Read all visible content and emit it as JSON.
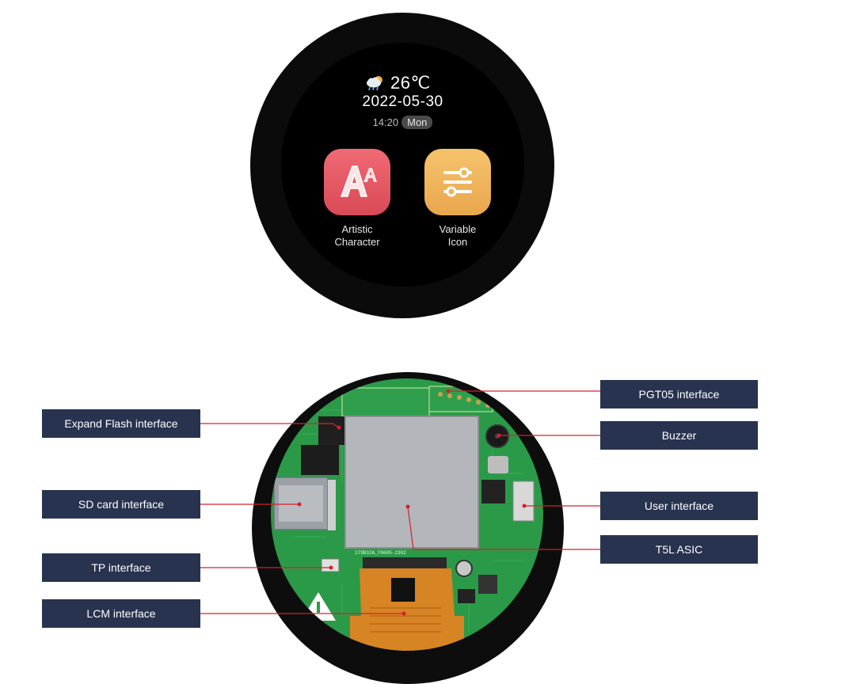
{
  "display": {
    "weather_icon": "cloud-sun-rain-icon",
    "temperature": "26℃",
    "date": "2022-05-30",
    "time": "14:20",
    "weekday": "Mon",
    "apps": [
      {
        "name_line1": "Artistic",
        "name_line2": "Character",
        "icon": "artistic-character-icon",
        "color": "#e45562"
      },
      {
        "name_line1": "Variable",
        "name_line2": "Icon",
        "icon": "sliders-icon",
        "color": "#efb55c"
      }
    ]
  },
  "callouts": {
    "left": [
      "Expand Flash interface",
      "SD card interface",
      "TP interface",
      "LCM interface"
    ],
    "right": [
      "PGT05 interface",
      "Buzzer",
      "User interface",
      "T5L ASIC"
    ]
  },
  "colors": {
    "callout_bg": "#283350",
    "leader_line": "#d6202a",
    "pcb_green": "#2a9a48",
    "shield_metal": "#b7babd"
  }
}
